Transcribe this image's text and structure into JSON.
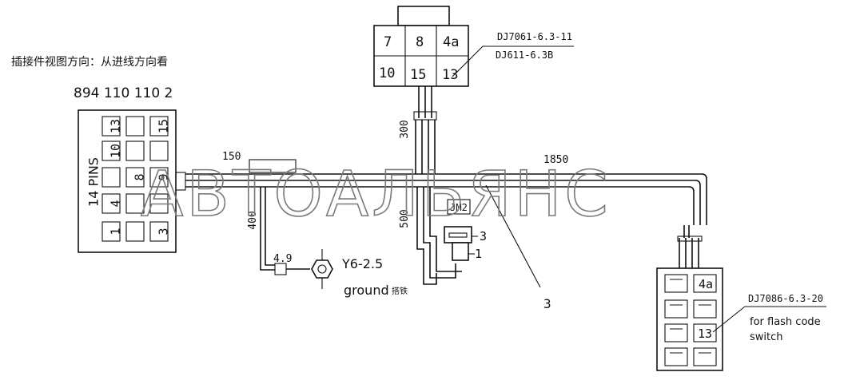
{
  "header": {
    "view_direction": "插接件视图方向：从进线方向看",
    "part_number": "894 110 110 2"
  },
  "connector_left": {
    "label": "14 PINS",
    "pins": [
      "13",
      "15",
      "10",
      "8",
      "9",
      "4",
      "1",
      "3"
    ]
  },
  "connector_top": {
    "pins": [
      "7",
      "8",
      "4a",
      "10",
      "15",
      "13"
    ],
    "part_a": "DJ7061-6.3-11",
    "part_b": "DJ611-6.3B"
  },
  "connector_right": {
    "pins": [
      "4a",
      "13"
    ],
    "part": "DJ7086-6.3-20",
    "note_line1": "for flash code",
    "note_line2": "switch"
  },
  "dimensions": {
    "d150": "150",
    "d1850": "1850",
    "d300": "300",
    "d500": "500",
    "d400": "400",
    "d49": "4.9"
  },
  "ground": {
    "terminal": "Y6-2.5",
    "label": "ground",
    "label_cn": "搭铁"
  },
  "component": {
    "label": "JM2",
    "callout_3": "3",
    "callout_1": "1"
  },
  "harness_callout": "3",
  "watermark": "АВТОАЛЬЯНС"
}
